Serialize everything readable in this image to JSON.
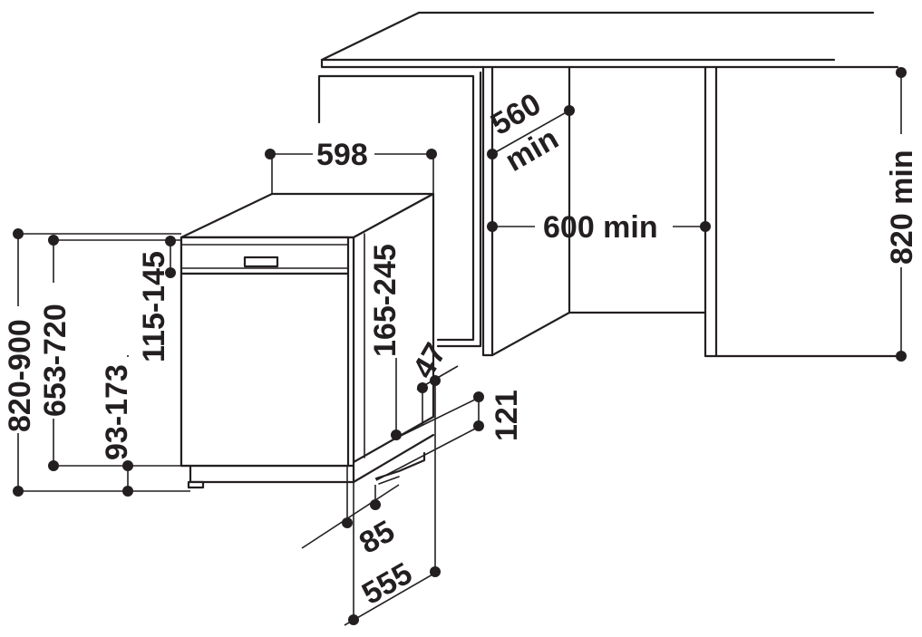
{
  "diagram": {
    "labels": {
      "width_598": "598",
      "depth_560": "560",
      "depth_min": "min",
      "opening_600": "600 min",
      "height_820": "820 min",
      "total_height": "820-900",
      "body_height": "653-720",
      "foot_93": "93-173",
      "top_115": "115-145",
      "side_165": "165-245",
      "gap_47": "47",
      "plinth_121": "121",
      "foot_85": "85",
      "depth_555": "555"
    },
    "colors": {
      "line": "#231f20",
      "background": "#ffffff"
    }
  }
}
